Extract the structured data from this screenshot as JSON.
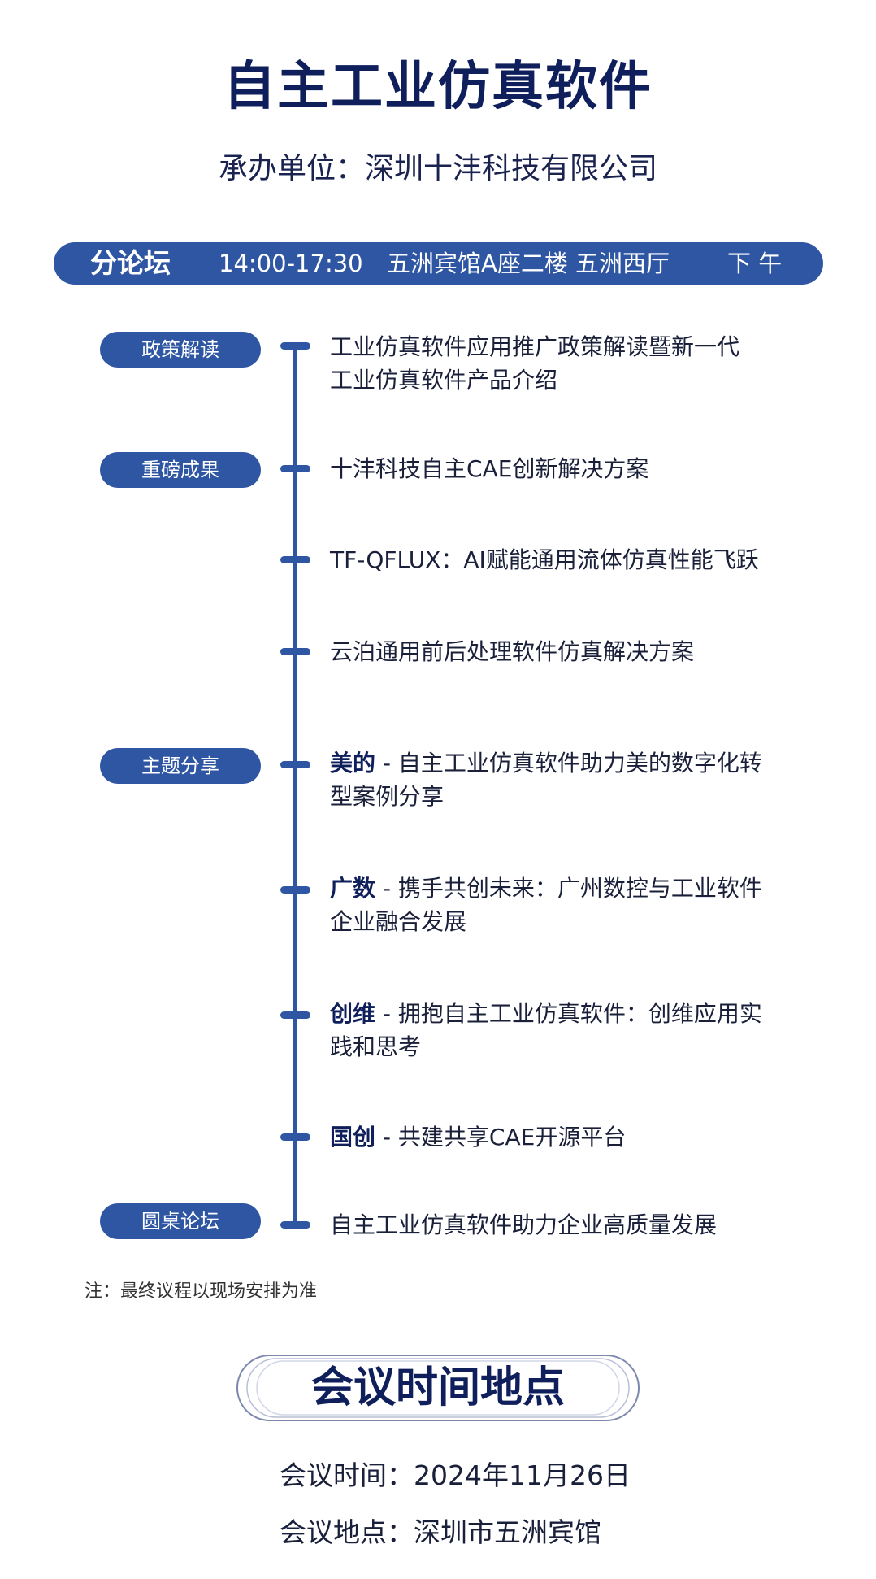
{
  "title": "自主工业仿真软件",
  "organizer": "承办单位：深圳十沣科技有限公司",
  "session": {
    "name": "分论坛",
    "time": "14:00-17:30",
    "venue": "五洲宾馆A座二楼 五洲西厅",
    "period": "下 午"
  },
  "agenda": [
    {
      "tag": "政策解读",
      "lines": [
        "工业仿真软件应用推广政策解读暨新一代",
        "工业仿真软件产品介绍"
      ]
    },
    {
      "tag": "重磅成果",
      "lines": [
        "十沣科技自主CAE创新解决方案"
      ]
    },
    {
      "lines": [
        "TF-QFLUX：AI赋能通用流体仿真性能飞跃"
      ]
    },
    {
      "lines": [
        "云泊通用前后处理软件仿真解决方案"
      ]
    },
    {
      "tag": "主题分享",
      "speaker": "美的",
      "sep": " - ",
      "lines": [
        "自主工业仿真软件助力美的数字化转",
        "型案例分享"
      ]
    },
    {
      "speaker": "广数",
      "sep": " - ",
      "lines": [
        "携手共创未来：广州数控与工业软件",
        "企业融合发展"
      ]
    },
    {
      "speaker": "创维",
      "sep": " - ",
      "lines": [
        "拥抱自主工业仿真软件：创维应用实",
        "践和思考"
      ]
    },
    {
      "speaker": "国创",
      "sep": " - ",
      "lines": [
        "共建共享CAE开源平台"
      ]
    },
    {
      "tag": "圆桌论坛",
      "lines": [
        "自主工业仿真软件助力企业高质量发展"
      ]
    }
  ],
  "note": "注：最终议程以现场安排为准",
  "meeting": {
    "heading": "会议时间地点",
    "time": "会议时间：2024年11月26日",
    "place": "会议地点：深圳市五洲宾馆"
  },
  "colors": {
    "primary": "#2e56a3",
    "title": "#0f1f5c"
  }
}
